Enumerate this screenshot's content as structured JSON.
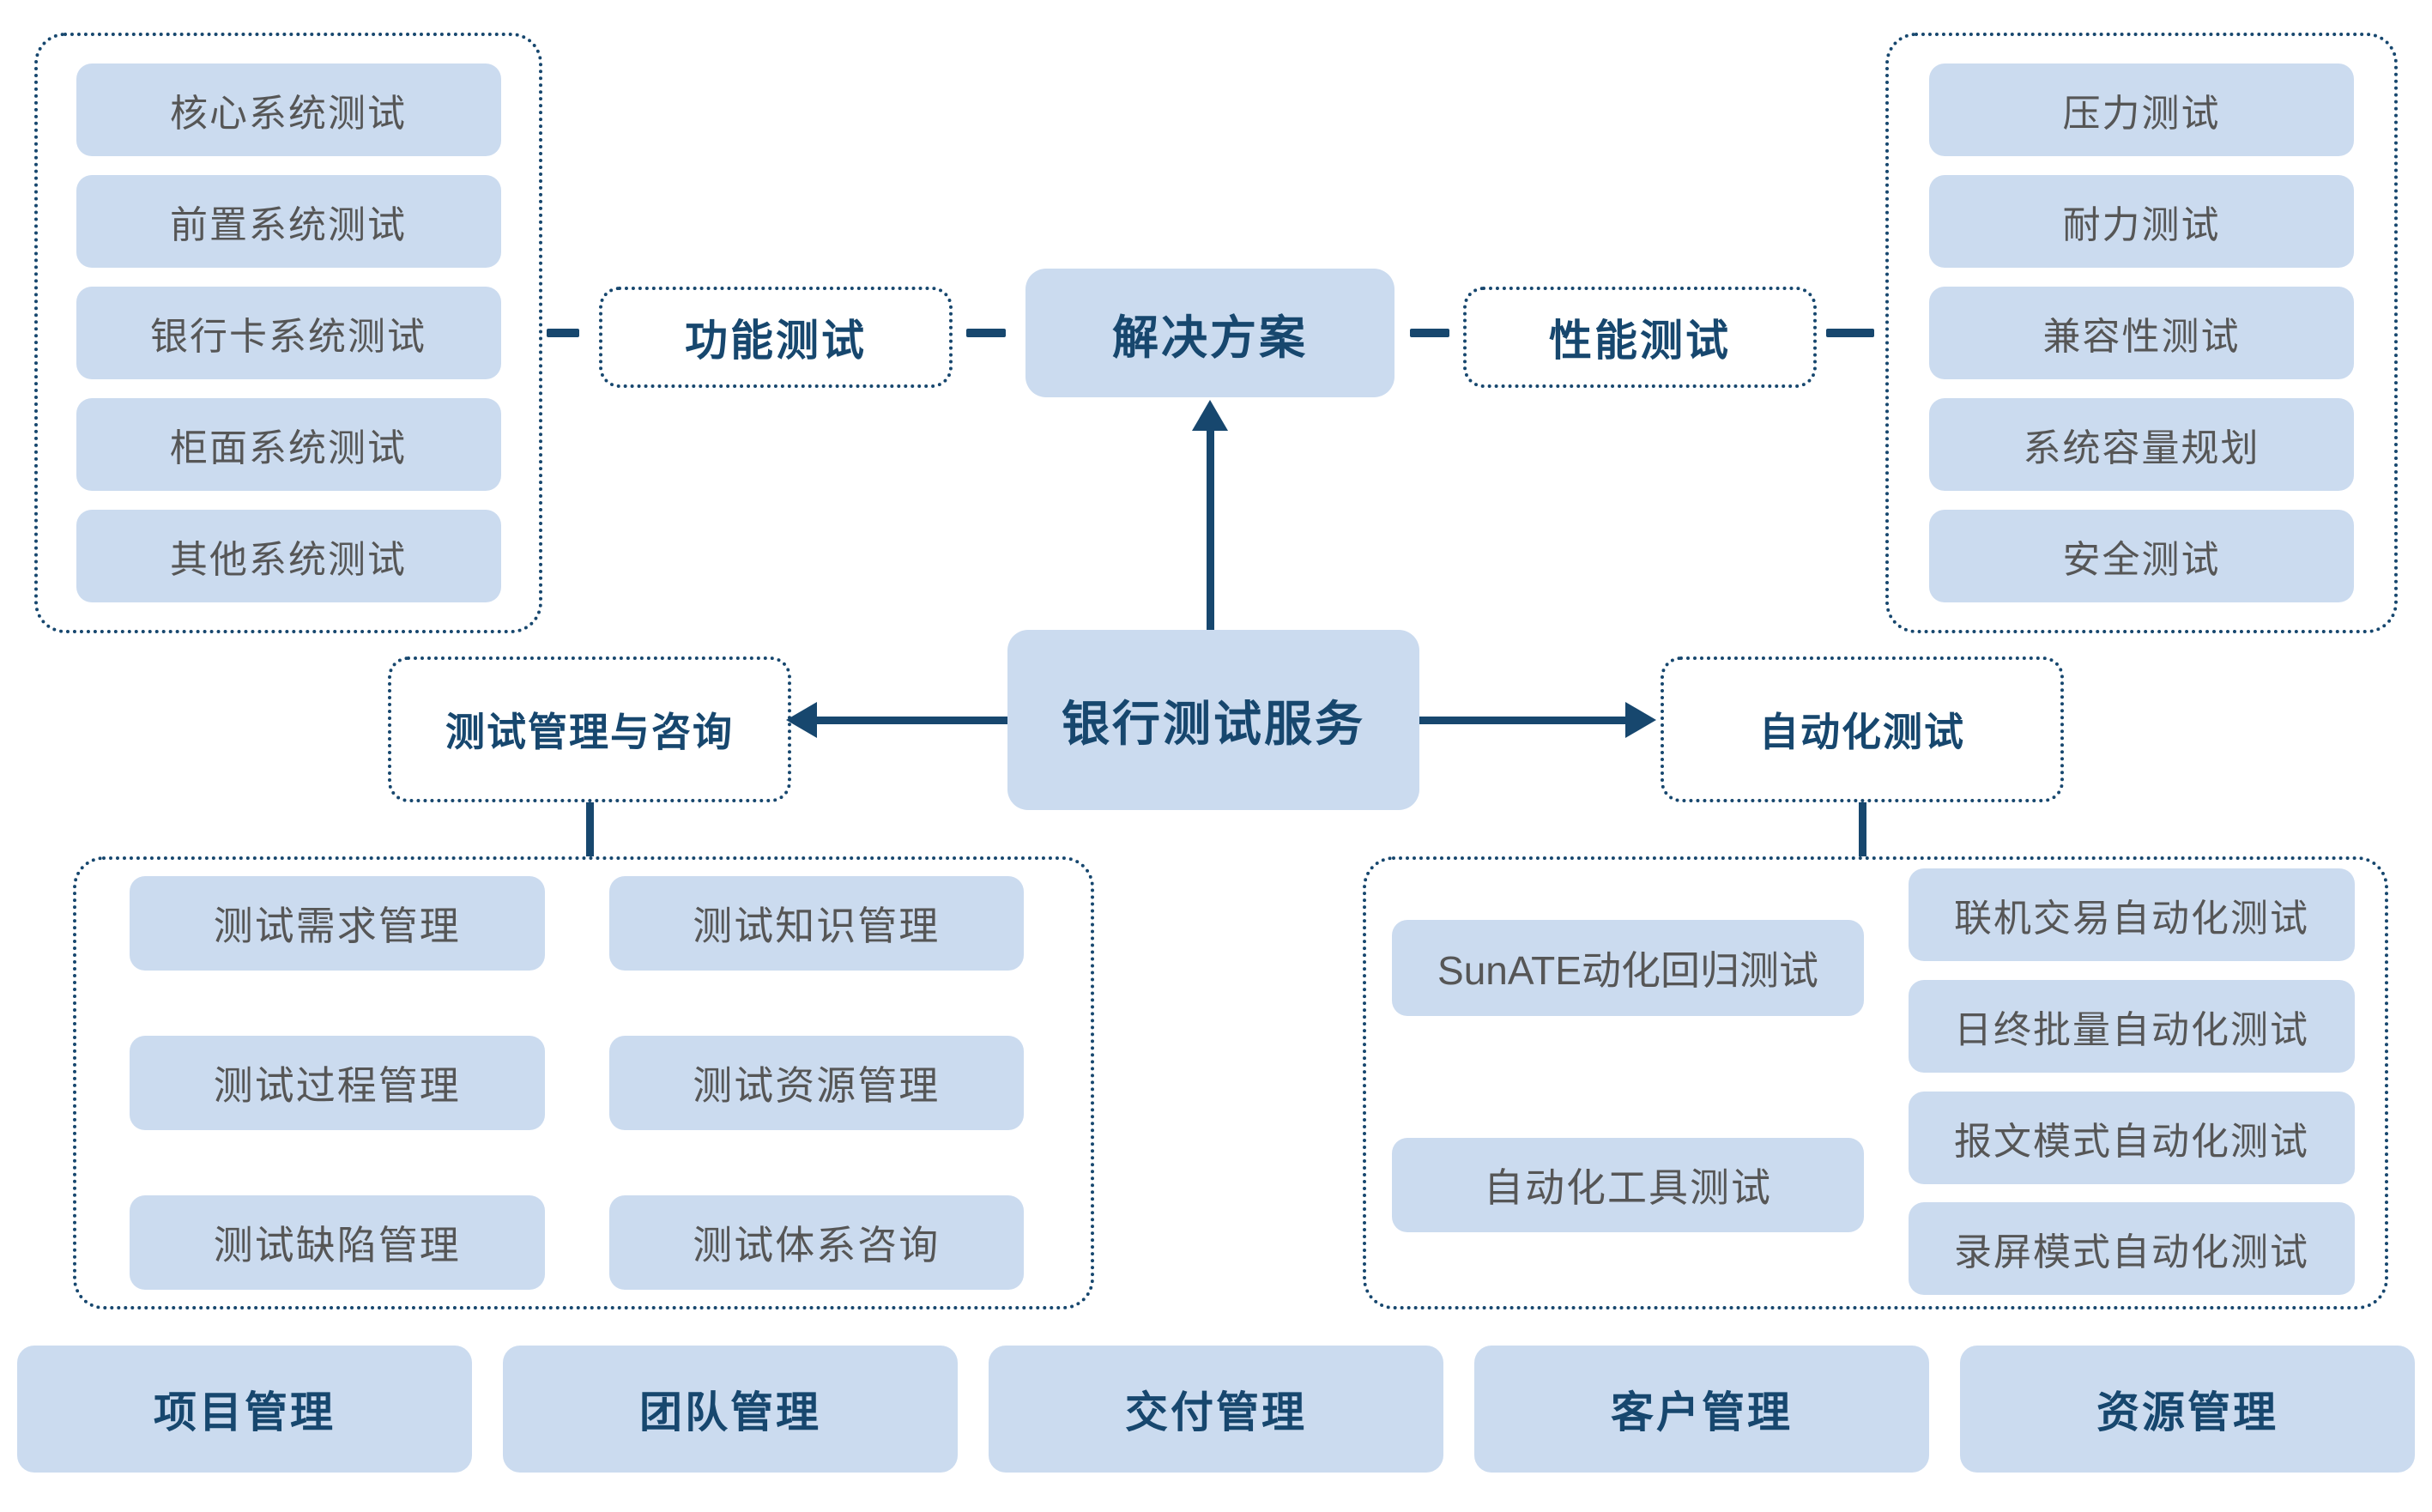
{
  "palette": {
    "box_fill": "#cbdbef",
    "navy": "#17476e",
    "item_text": "#565656",
    "background": "#ffffff"
  },
  "root": {
    "label": "银行测试服务"
  },
  "solution": {
    "label": "解决方案"
  },
  "branches": {
    "functional": {
      "label": "功能测试",
      "items": [
        "核心系统测试",
        "前置系统测试",
        "银行卡系统测试",
        "柜面系统测试",
        "其他系统测试"
      ]
    },
    "performance": {
      "label": "性能测试",
      "items": [
        "压力测试",
        "耐力测试",
        "兼容性测试",
        "系统容量规划",
        "安全测试"
      ]
    },
    "management": {
      "label": "测试管理与咨询",
      "items": [
        "测试需求管理",
        "测试知识管理",
        "测试过程管理",
        "测试资源管理",
        "测试缺陷管理",
        "测试体系咨询"
      ]
    },
    "automation": {
      "label": "自动化测试",
      "left_items": [
        "SunATE动化回归测试",
        "自动化工具测试"
      ],
      "right_items": [
        "联机交易自动化测试",
        "日终批量自动化测试",
        "报文模式自动化测试",
        "录屏模式自动化测试"
      ]
    }
  },
  "bottom_row": [
    "项目管理",
    "团队管理",
    "交付管理",
    "客户管理",
    "资源管理"
  ]
}
